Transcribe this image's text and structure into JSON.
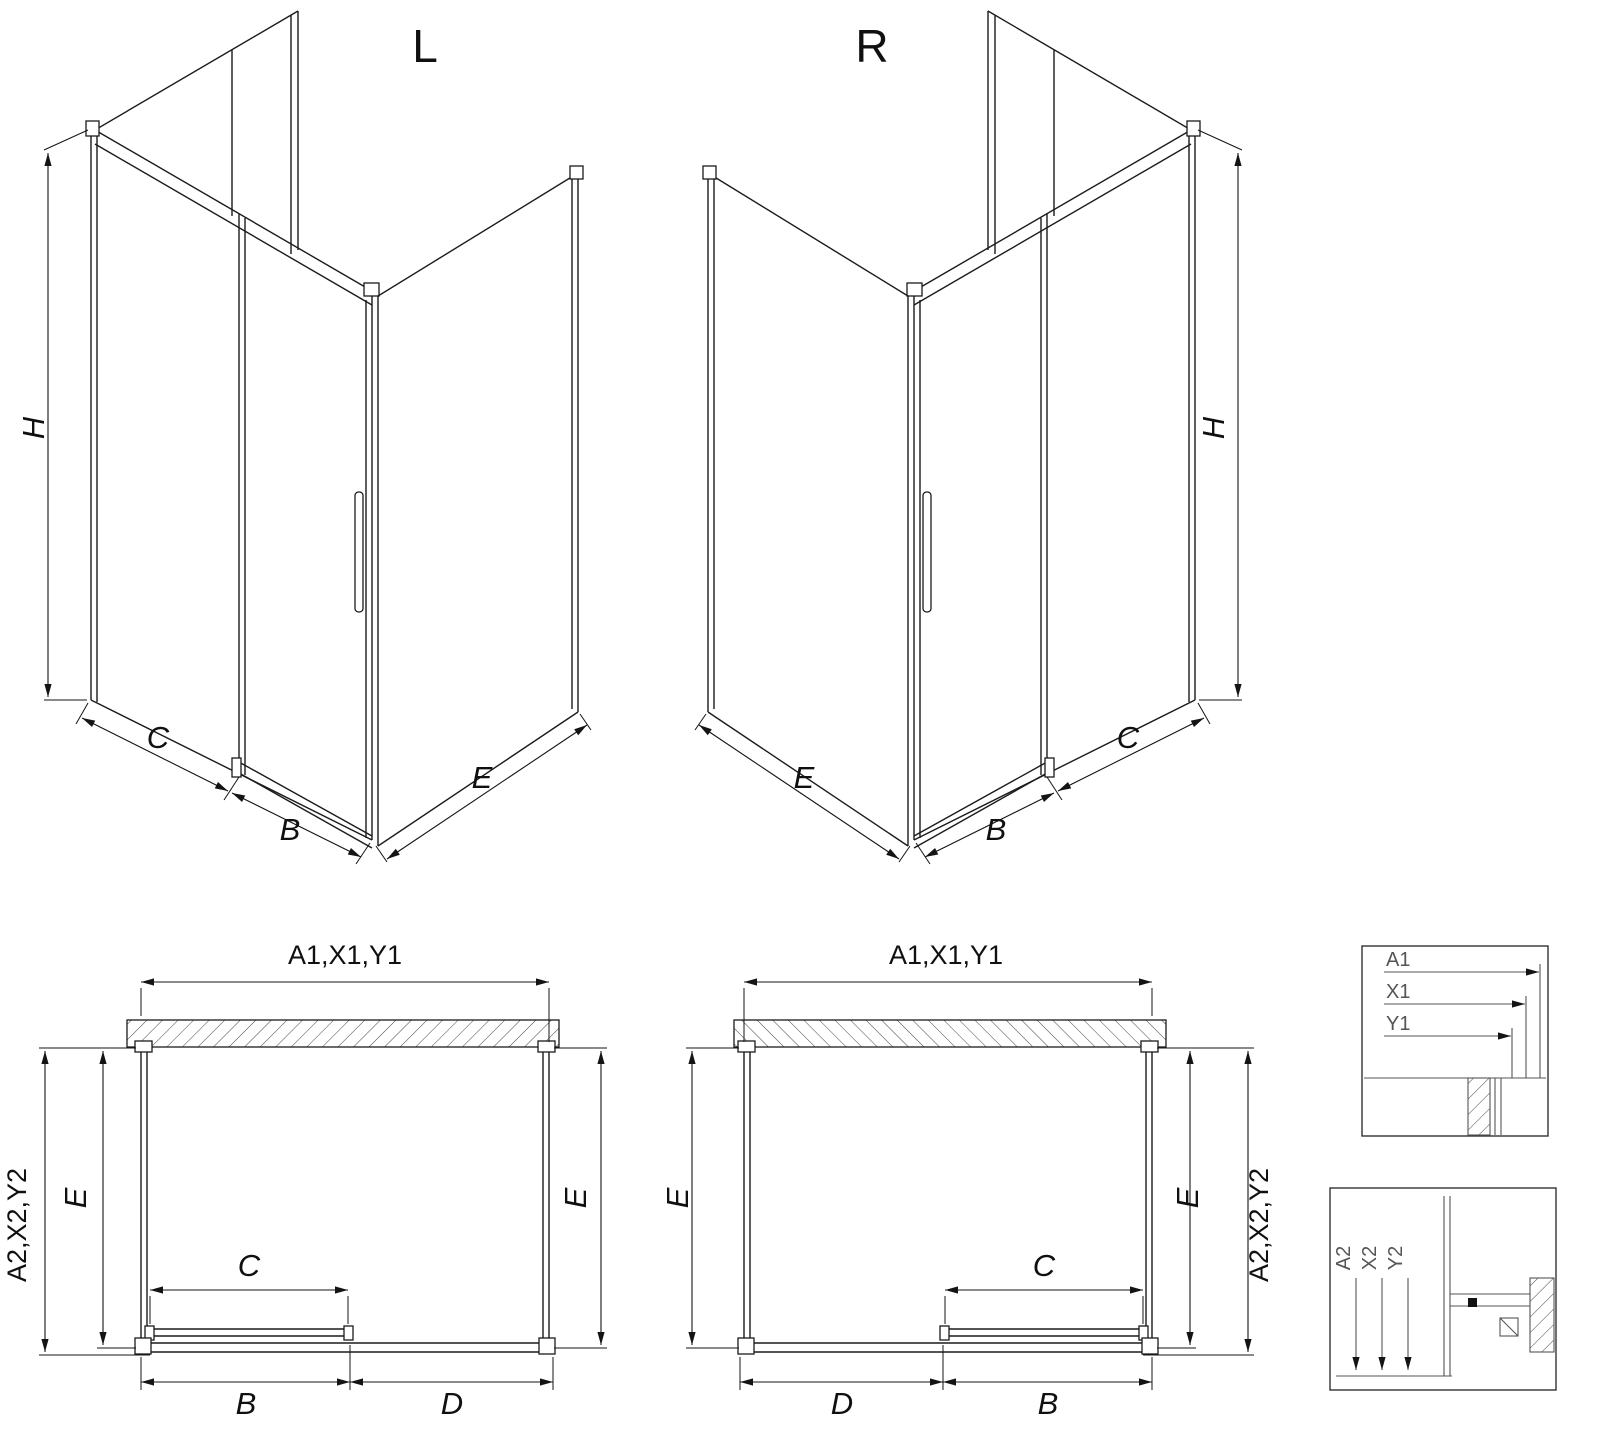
{
  "diagram": {
    "title_left": "L",
    "title_right": "R",
    "iso": {
      "height": "H",
      "fixed_width": "C",
      "door_width": "B",
      "side_depth": "E"
    },
    "plan": {
      "width_top": "A1,X1,Y1",
      "depth_side": "A2,X2,Y2",
      "depth_left": "E",
      "depth_right": "E",
      "door_panel": "C",
      "door_section": "B",
      "fixed_section": "D"
    },
    "detail_top": {
      "labels": [
        "A1",
        "X1",
        "Y1"
      ]
    },
    "detail_bottom": {
      "labels": [
        "A2",
        "X2",
        "Y2"
      ]
    }
  }
}
